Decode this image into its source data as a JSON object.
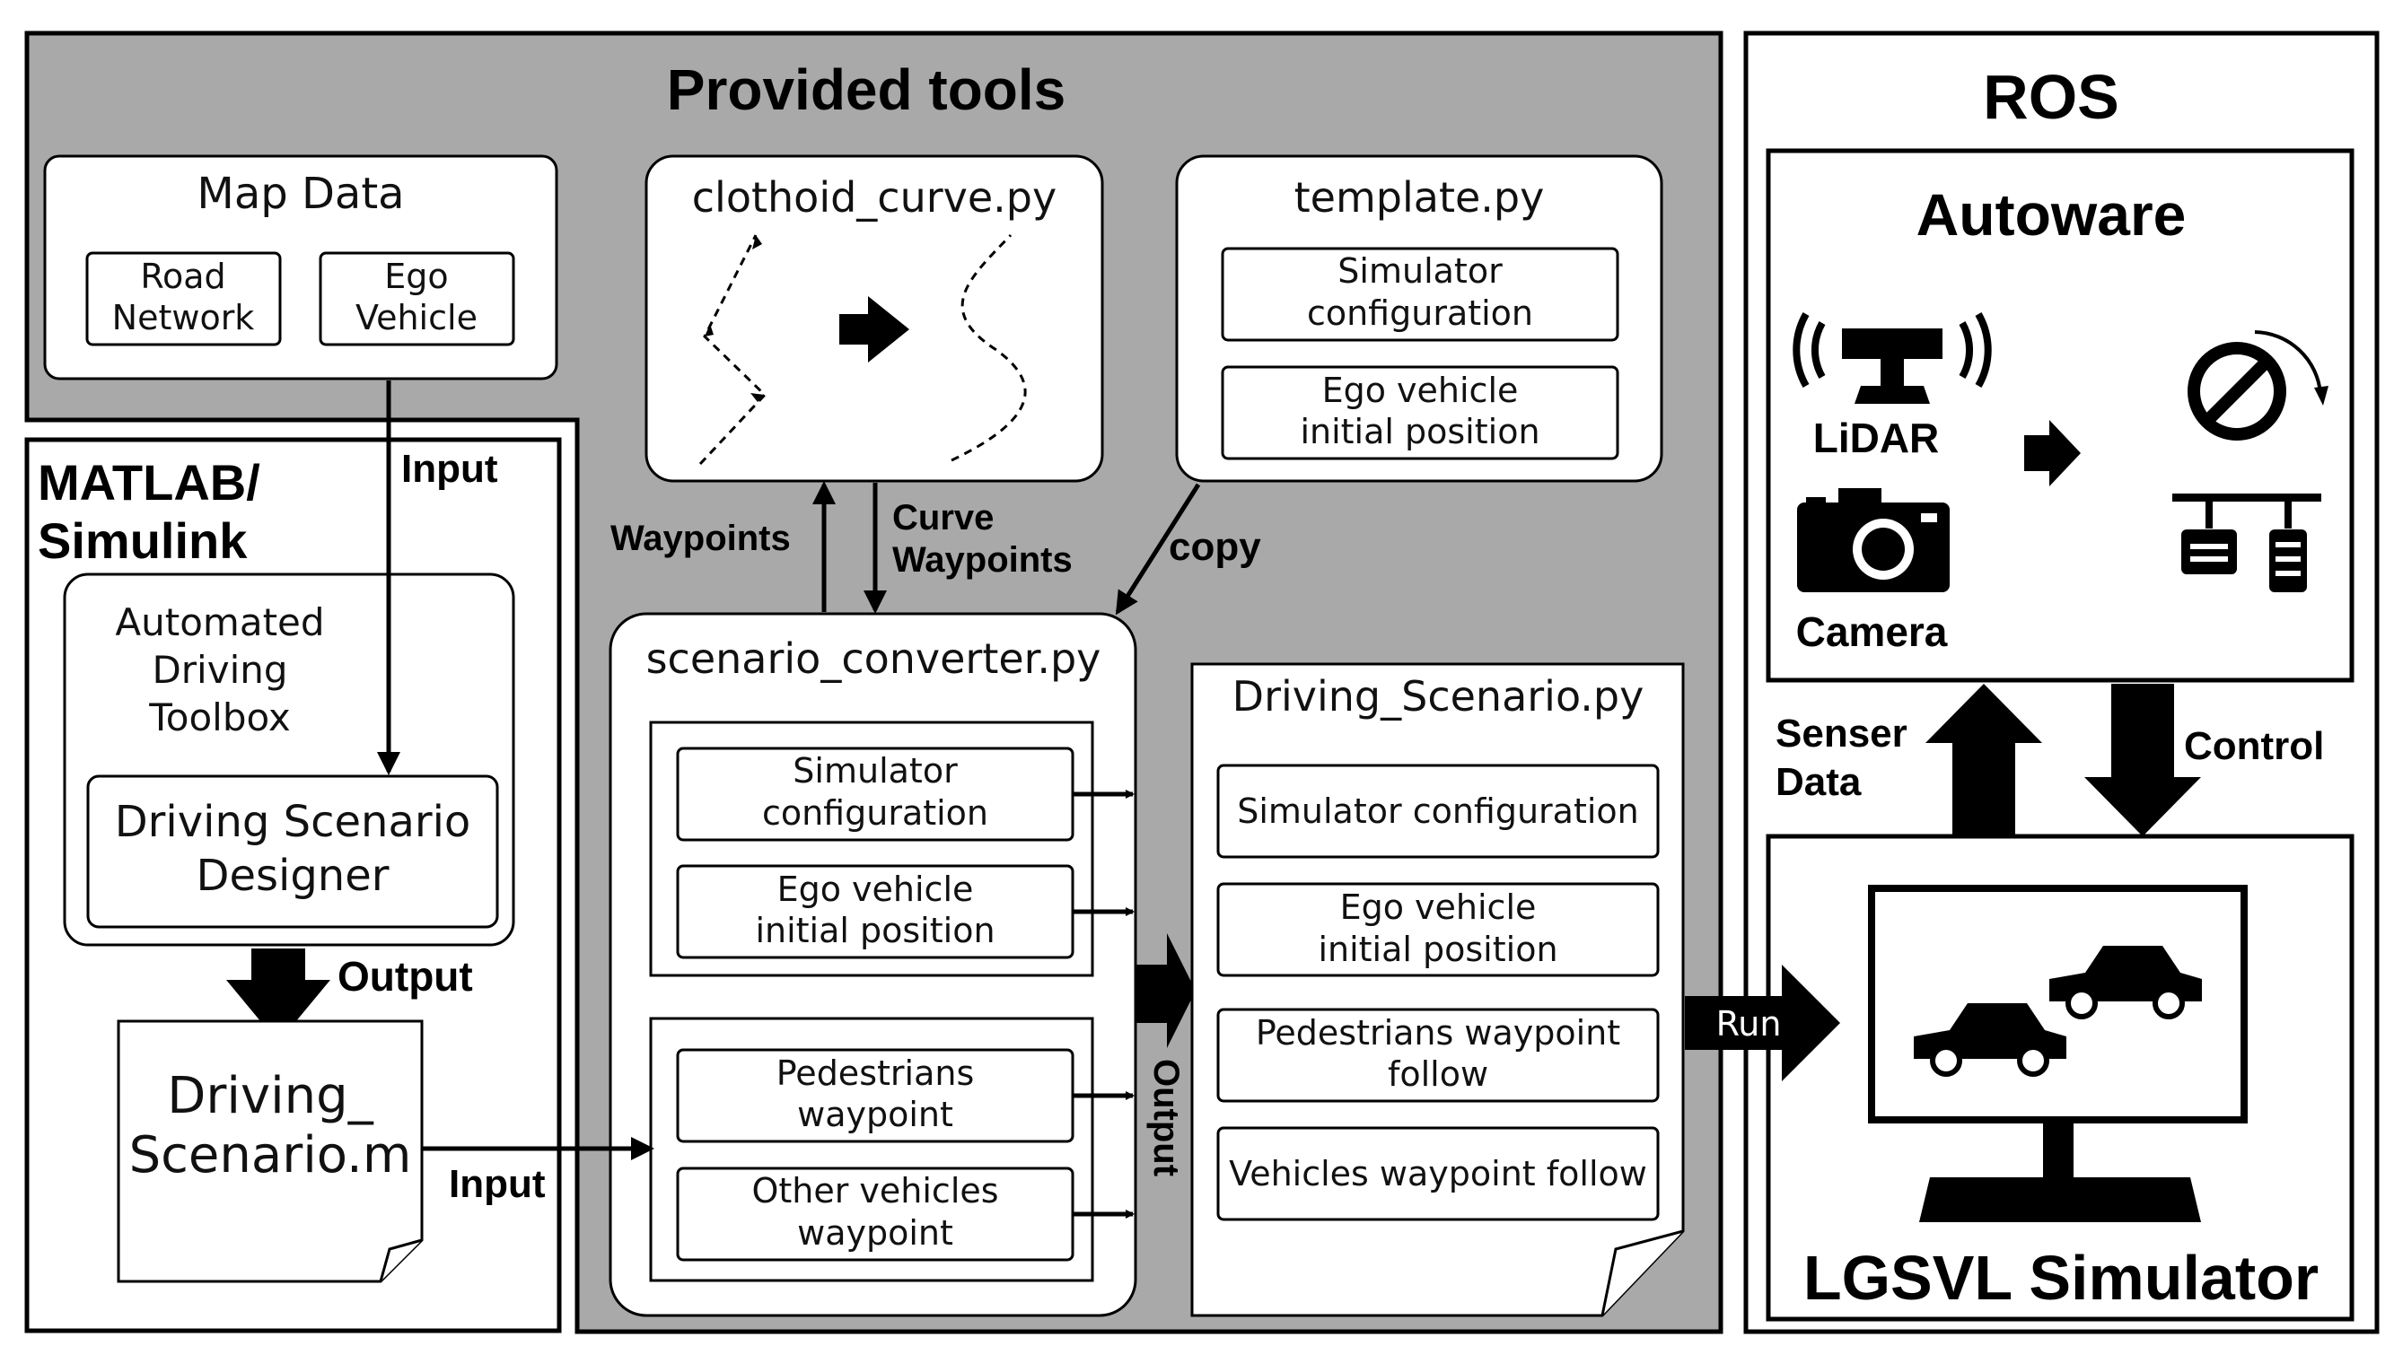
{
  "provided_tools": {
    "title": "Provided tools",
    "map_data": {
      "title": "Map Data",
      "road": [
        "Road",
        "Network"
      ],
      "ego": [
        "Ego",
        "Vehicle"
      ]
    },
    "clothoid": {
      "title": "clothoid_curve.py"
    },
    "template": {
      "title": "template.py",
      "sim_config": [
        "Simulator",
        "configuration"
      ],
      "ego_pos": [
        "Ego vehicle",
        "initial position"
      ]
    },
    "converter": {
      "title": "scenario_converter.py",
      "sim_config": [
        "Simulator",
        "configuration"
      ],
      "ego_pos": [
        "Ego vehicle",
        "initial position"
      ],
      "pedestrians": [
        "Pedestrians",
        "waypoint"
      ],
      "others": [
        "Other vehicles",
        "waypoint"
      ]
    },
    "driving_py": {
      "title": "Driving_Scenario.py",
      "sim_config": "Simulator configuration",
      "ego_pos": [
        "Ego vehicle",
        "initial position"
      ],
      "pedestrians": [
        "Pedestrians waypoint",
        "follow"
      ],
      "vehicles": "Vehicles waypoint follow"
    }
  },
  "matlab": {
    "title": [
      "MATLAB/",
      "Simulink"
    ],
    "toolbox": [
      "Automated",
      "Driving",
      "Toolbox"
    ],
    "designer": [
      "Driving Scenario",
      "Designer"
    ],
    "file": [
      "Driving_",
      "Scenario.m"
    ]
  },
  "ros": {
    "title": "ROS",
    "autoware": {
      "title": "Autoware",
      "lidar": "LiDAR",
      "camera": "Camera"
    },
    "lgsvl": {
      "title": "LGSVL Simulator"
    }
  },
  "labels": {
    "input_top": "Input",
    "output": "Output",
    "input_bottom": "Input",
    "waypoints": "Waypoints",
    "curve_waypoints": [
      "Curve",
      "Waypoints"
    ],
    "copy": "copy",
    "output_vertical": "Output",
    "run": "Run",
    "sensor_data": [
      "Senser",
      "Data"
    ],
    "control": "Control"
  },
  "colors": {
    "panel_gray": "#a9a9a9",
    "line": "#000000",
    "box_fill": "#ffffff"
  }
}
